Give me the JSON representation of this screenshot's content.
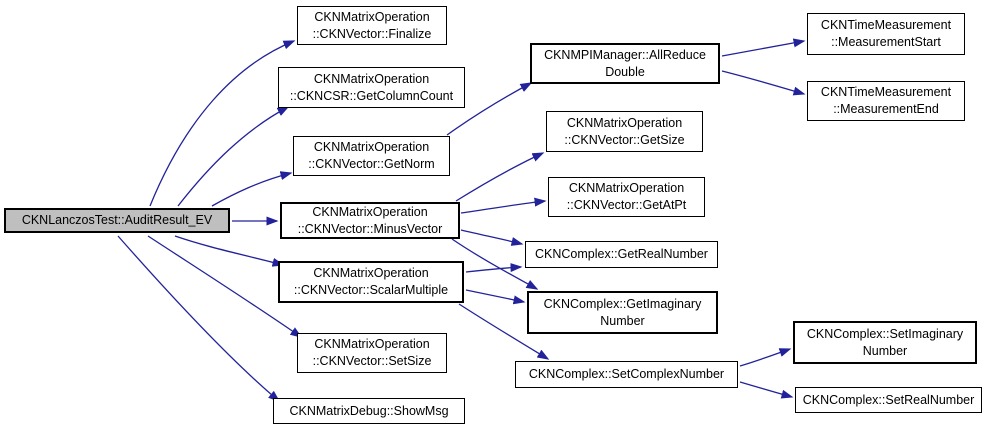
{
  "diagram": {
    "type": "call-graph",
    "root_function": "CKNLanczosTest::AuditResult_EV",
    "colors": {
      "edge": "#22229a",
      "node_fill": "#ffffff",
      "root_fill": "#bfbfbf",
      "border": "#000000",
      "text": "#000000",
      "background": "#ffffff"
    },
    "nodes": [
      {
        "id": "audit_result_ev",
        "role": "root",
        "lines": [
          "CKNLanczosTest::AuditResult_EV"
        ]
      },
      {
        "id": "vector_finalize",
        "role": "callee",
        "lines": [
          "CKNMatrixOperation",
          "::CKNVector::Finalize"
        ]
      },
      {
        "id": "csr_get_column_count",
        "role": "callee",
        "lines": [
          "CKNMatrixOperation",
          "::CKNCSR::GetColumnCount"
        ]
      },
      {
        "id": "vector_get_norm",
        "role": "callee",
        "lines": [
          "CKNMatrixOperation",
          "::CKNVector::GetNorm"
        ]
      },
      {
        "id": "vector_minus_vector",
        "role": "callee",
        "lines": [
          "CKNMatrixOperation",
          "::CKNVector::MinusVector"
        ]
      },
      {
        "id": "vector_scalar_multiple",
        "role": "callee",
        "lines": [
          "CKNMatrixOperation",
          "::CKNVector::ScalarMultiple"
        ]
      },
      {
        "id": "vector_set_size",
        "role": "callee",
        "lines": [
          "CKNMatrixOperation",
          "::CKNVector::SetSize"
        ]
      },
      {
        "id": "debug_show_msg",
        "role": "callee",
        "lines": [
          "CKNMatrixDebug::ShowMsg"
        ]
      },
      {
        "id": "mpi_all_reduce_double",
        "role": "callee",
        "lines": [
          "CKNMPIManager::AllReduce",
          "Double"
        ]
      },
      {
        "id": "vector_get_size",
        "role": "callee",
        "lines": [
          "CKNMatrixOperation",
          "::CKNVector::GetSize"
        ]
      },
      {
        "id": "vector_get_at_pt",
        "role": "callee",
        "lines": [
          "CKNMatrixOperation",
          "::CKNVector::GetAtPt"
        ]
      },
      {
        "id": "complex_get_real_number",
        "role": "callee",
        "lines": [
          "CKNComplex::GetRealNumber"
        ]
      },
      {
        "id": "complex_get_imaginary_number",
        "role": "callee",
        "lines": [
          "CKNComplex::GetImaginary",
          "Number"
        ]
      },
      {
        "id": "complex_set_complex_number",
        "role": "callee",
        "lines": [
          "CKNComplex::SetComplexNumber"
        ]
      },
      {
        "id": "time_measurement_start",
        "role": "callee",
        "lines": [
          "CKNTimeMeasurement",
          "::MeasurementStart"
        ]
      },
      {
        "id": "time_measurement_end",
        "role": "callee",
        "lines": [
          "CKNTimeMeasurement",
          "::MeasurementEnd"
        ]
      },
      {
        "id": "complex_set_imaginary_number",
        "role": "callee",
        "lines": [
          "CKNComplex::SetImaginary",
          "Number"
        ]
      },
      {
        "id": "complex_set_real_number",
        "role": "callee",
        "lines": [
          "CKNComplex::SetRealNumber"
        ]
      }
    ],
    "edges": [
      [
        "audit_result_ev",
        "vector_finalize"
      ],
      [
        "audit_result_ev",
        "csr_get_column_count"
      ],
      [
        "audit_result_ev",
        "vector_get_norm"
      ],
      [
        "audit_result_ev",
        "vector_minus_vector"
      ],
      [
        "audit_result_ev",
        "vector_scalar_multiple"
      ],
      [
        "audit_result_ev",
        "vector_set_size"
      ],
      [
        "audit_result_ev",
        "debug_show_msg"
      ],
      [
        "vector_get_norm",
        "mpi_all_reduce_double"
      ],
      [
        "vector_minus_vector",
        "vector_get_size"
      ],
      [
        "vector_minus_vector",
        "vector_get_at_pt"
      ],
      [
        "vector_minus_vector",
        "complex_get_real_number"
      ],
      [
        "vector_minus_vector",
        "complex_get_imaginary_number"
      ],
      [
        "vector_scalar_multiple",
        "complex_get_real_number"
      ],
      [
        "vector_scalar_multiple",
        "complex_get_imaginary_number"
      ],
      [
        "vector_scalar_multiple",
        "complex_set_complex_number"
      ],
      [
        "mpi_all_reduce_double",
        "time_measurement_start"
      ],
      [
        "mpi_all_reduce_double",
        "time_measurement_end"
      ],
      [
        "complex_set_complex_number",
        "complex_set_imaginary_number"
      ],
      [
        "complex_set_complex_number",
        "complex_set_real_number"
      ]
    ]
  }
}
